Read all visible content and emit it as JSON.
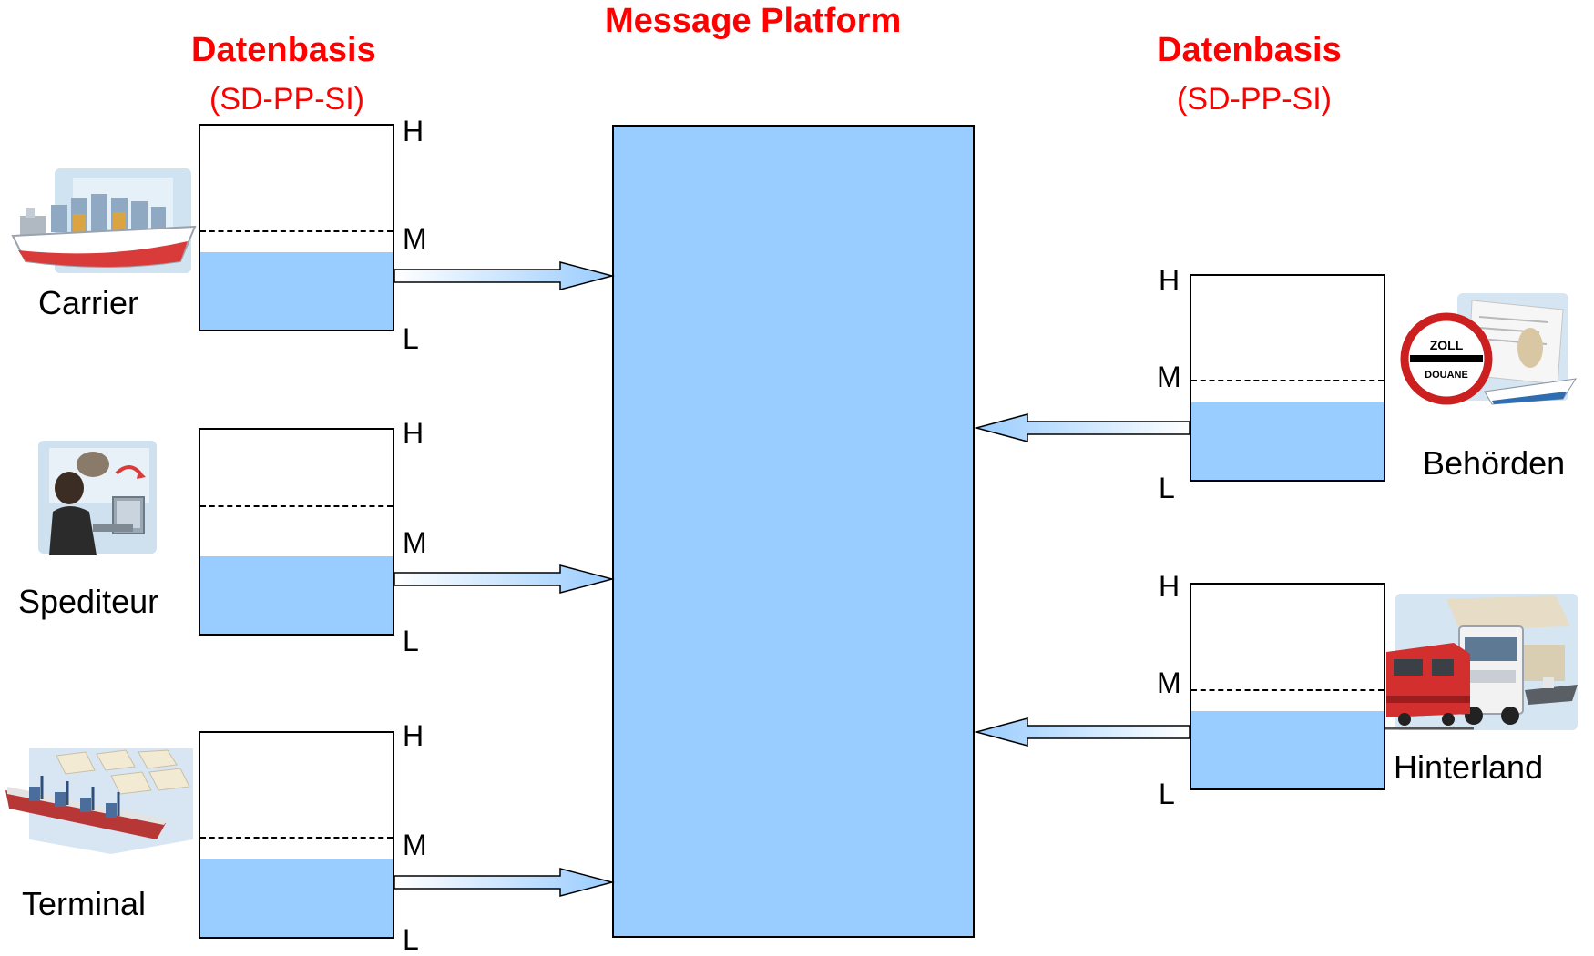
{
  "platform": {
    "title": "Message Platform"
  },
  "left_header": {
    "title": "Datenbasis",
    "subtitle": "(SD-PP-SI)"
  },
  "right_header": {
    "title": "Datenbasis",
    "subtitle": "(SD-PP-SI)"
  },
  "levels": {
    "high": "H",
    "mid": "M",
    "low": "L"
  },
  "actors": {
    "carrier": "Carrier",
    "spediteur": "Spediteur",
    "terminal": "Terminal",
    "behoerden": "Behörden",
    "hinterland": "Hinterland"
  },
  "customs_sign": {
    "line1": "ZOLL",
    "line2": "DOUANE"
  },
  "colors": {
    "accent": "#ff0000",
    "fill": "#99ccff"
  }
}
